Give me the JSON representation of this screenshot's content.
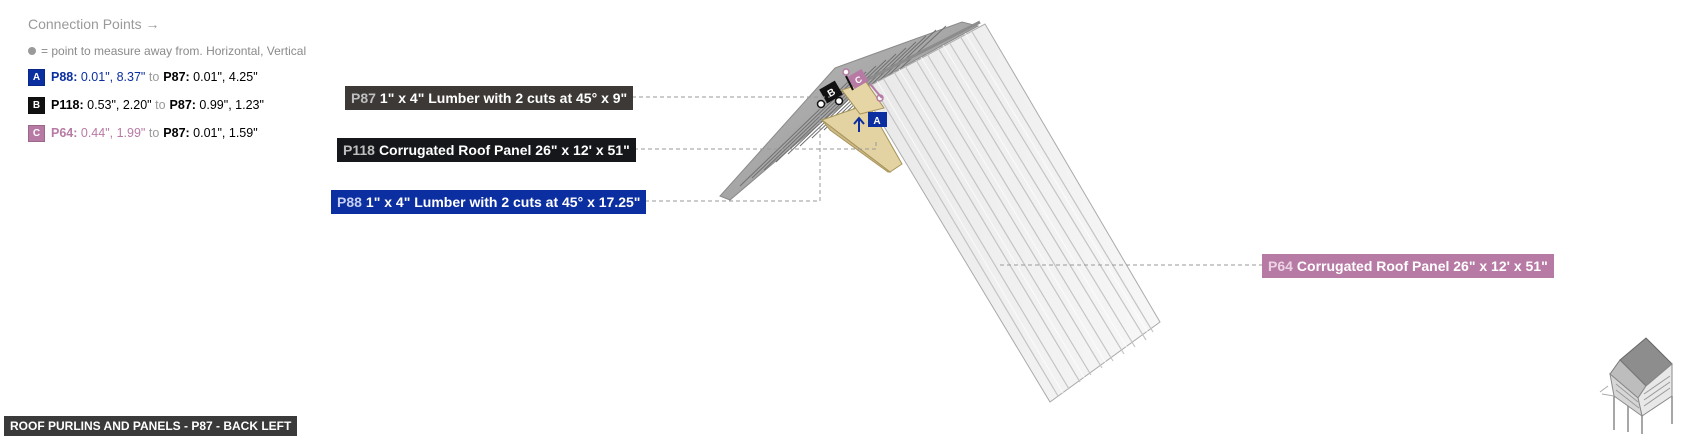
{
  "legend": {
    "title": "Connection Points →",
    "subtitle": "= point to measure away from. Horizontal, Vertical",
    "rows": [
      {
        "letter": "A",
        "color": "#0b2ea0",
        "part_a": "P88:",
        "value_a": " 0.01\", 8.37\" ",
        "to": "to",
        "part_b": "P87:",
        "value_b": " 0.01\", 4.25\""
      },
      {
        "letter": "B",
        "color": "#111111",
        "part_a": "P118:",
        "value_a": " 0.53\", 2.20\" ",
        "to": "to",
        "part_b": "P87:",
        "value_b": " 0.99\", 1.23\""
      },
      {
        "letter": "C",
        "color": "#b77aa4",
        "part_a": "P64:",
        "value_a": " 0.44\", 1.99\" ",
        "to": "to",
        "part_b": "P87:",
        "value_b": " 0.01\", 1.59\""
      }
    ]
  },
  "callouts": {
    "p87": {
      "id": "P87",
      "text": "1\" x 4\" Lumber with 2 cuts at 45° x 9\"",
      "bg": "#3d3936"
    },
    "p118": {
      "id": "P118",
      "text": "Corrugated Roof Panel 26\" x 12' x 51\"",
      "bg": "#15171a"
    },
    "p88": {
      "id": "P88",
      "text": "1\" x 4\" Lumber with 2 cuts at 45° x 17.25\"",
      "bg": "#0b2ea0"
    },
    "p64": {
      "id": "P64",
      "text": "Corrugated Roof Panel 26\" x 12' x 51\"",
      "bg": "#b77aa4"
    }
  },
  "markers": {
    "a": "A",
    "b": "B",
    "c": "C"
  },
  "footer": {
    "label": "ROOF PURLINS AND PANELS - P87 - BACK LEFT"
  },
  "icons": {
    "thumbnail": "house-thumbnail-icon"
  }
}
